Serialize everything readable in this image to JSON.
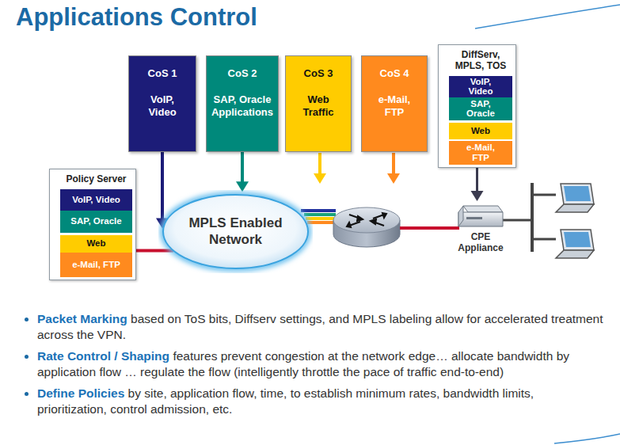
{
  "diagram": {
    "title": "Applications Control",
    "nodes": [
      {
        "text": [
          "CoS 1",
          "VoIP, Video"
        ]
      },
      {
        "text": [
          "CoS 2",
          "SAP, Oracle Applications"
        ]
      },
      {
        "text": [
          "CoS 3",
          "Web Traffic"
        ]
      },
      {
        "text": [
          "CoS 4",
          "e-Mail, FTP"
        ]
      },
      {
        "text": [
          "DiffServ, MPLS, TOS"
        ]
      },
      {
        "text": [
          "VoIP, Video"
        ],
        "in": 4
      },
      {
        "text": [
          "SAP, Oracle"
        ],
        "in": 4
      },
      {
        "text": [
          "Web"
        ],
        "in": 4
      },
      {
        "text": [
          "e-Mail, FTP"
        ],
        "in": 4
      },
      {
        "text": [
          "Policy Server"
        ]
      },
      {
        "text": [
          "VoIP, Video"
        ],
        "in": 9
      },
      {
        "text": [
          "SAP, Oracle"
        ],
        "in": 9
      },
      {
        "text": [
          "Web"
        ],
        "in": 9
      },
      {
        "text": [
          "e-Mail, FTP"
        ],
        "in": 9
      },
      {
        "text": [
          "MPLS Enabled Network"
        ]
      },
      {
        "text": [
          "CPE Appliance"
        ]
      }
    ],
    "edges": [
      {
        "from": 0,
        "to": 14,
        "arrow": "to"
      },
      {
        "from": 1,
        "to": 14,
        "arrow": "to"
      },
      {
        "from": 9,
        "to": 14,
        "arrow": "none"
      },
      {
        "from": 4,
        "to": 15,
        "arrow": "to"
      }
    ],
    "labels": [
      "Packet Marking",
      "based on ToS bits, Diffserv settings, and MPLS labeling allow for accelerated treatment across the VPN.",
      "Rate Control / Shaping",
      "features prevent congestion at the network edge… allocate bandwidth by application flow … regulate the flow (intelligently throttle the pace of traffic end-to-end)",
      "Define Policies",
      "by site, application flow, time, to establish minimum rates, bandwidth limits, prioritization, control admission, etc."
    ]
  }
}
